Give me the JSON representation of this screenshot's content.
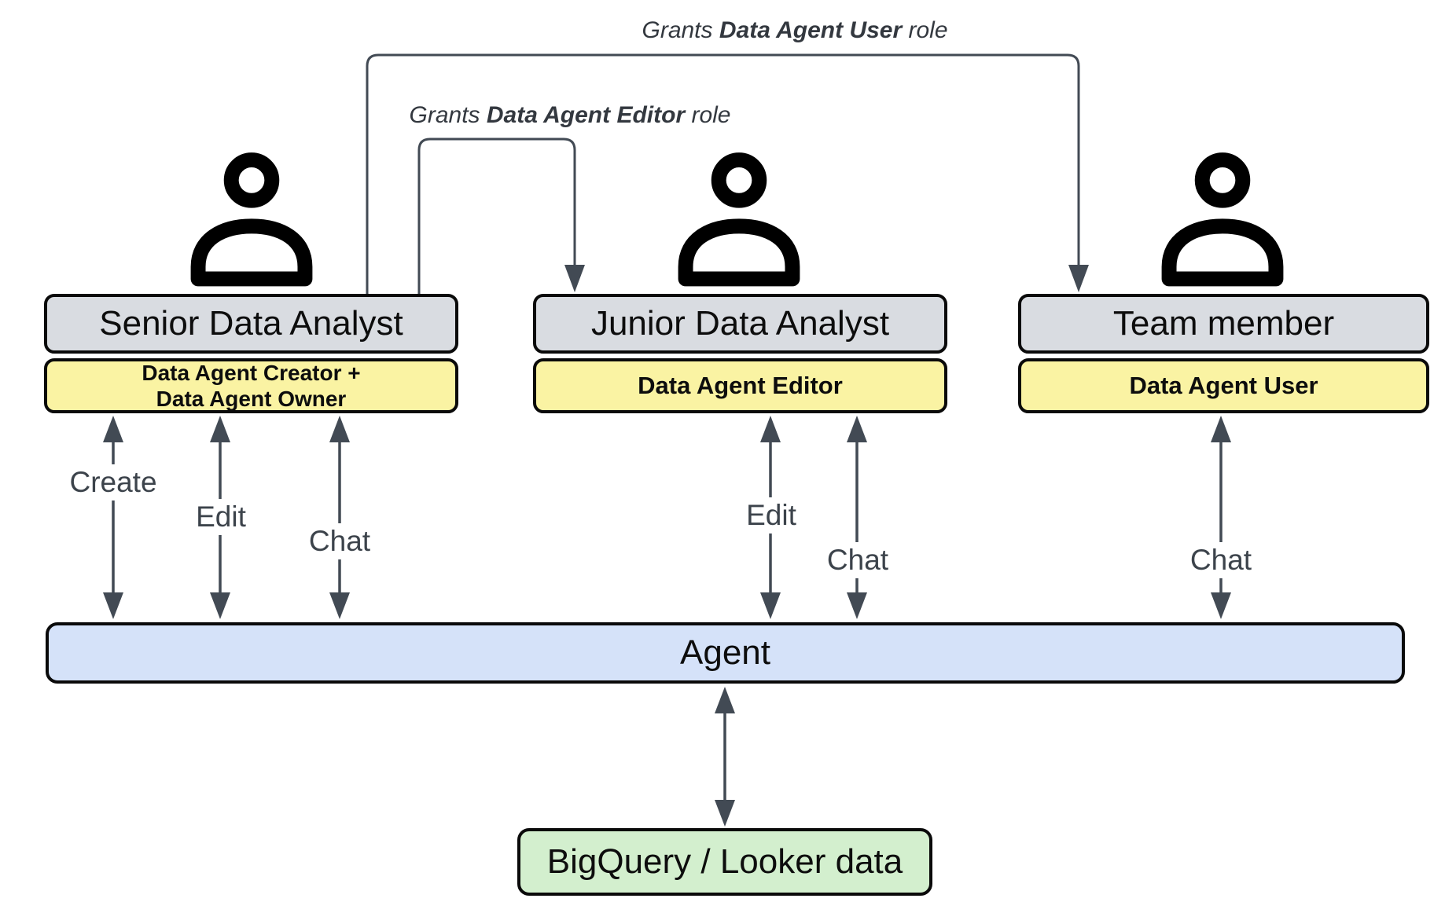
{
  "grant_arrows": {
    "user": {
      "prefix": "Grants ",
      "bold": "Data Agent User",
      "suffix": " role"
    },
    "editor": {
      "prefix": "Grants ",
      "bold": "Data Agent Editor",
      "suffix": " role"
    }
  },
  "actors": {
    "senior": {
      "title": "Senior Data Analyst",
      "role_line1": "Data Agent Creator +",
      "role_line2": "Data Agent Owner"
    },
    "junior": {
      "title": "Junior Data Analyst",
      "role": "Data Agent Editor"
    },
    "team": {
      "title": "Team member",
      "role": "Data Agent User"
    }
  },
  "actions": {
    "senior_create": "Create",
    "senior_edit": "Edit",
    "senior_chat": "Chat",
    "junior_edit": "Edit",
    "junior_chat": "Chat",
    "team_chat": "Chat"
  },
  "agent": {
    "label": "Agent"
  },
  "datastore": {
    "label": "BigQuery / Looker data"
  },
  "colors": {
    "box_gray": "#d9dce1",
    "box_yellow": "#faf3a3",
    "box_blue": "#d5e2f9",
    "box_green": "#d3efce",
    "box_border": "#0a0a0a",
    "connector": "#424a54",
    "action_text": "#3c434b",
    "icon": "#000000"
  }
}
